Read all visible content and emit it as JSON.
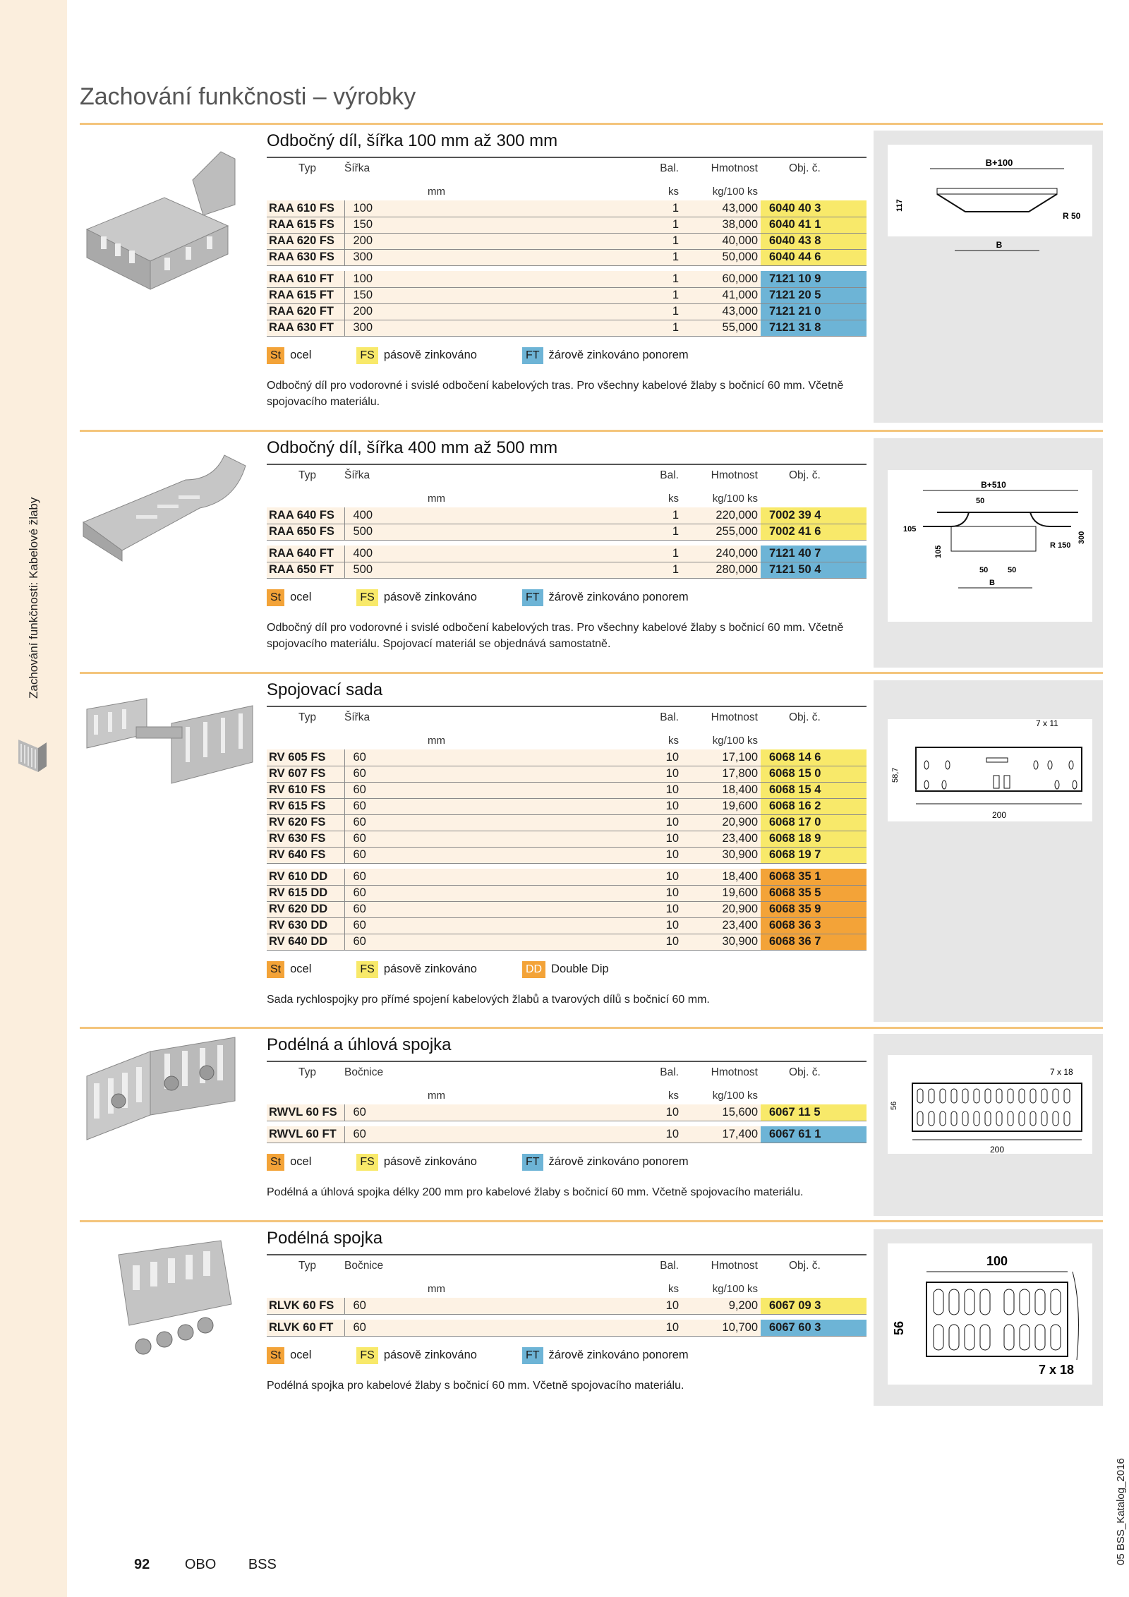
{
  "page_title": "Zachování funkčnosti – výrobky",
  "side_label": "Zachování funkčnosti: Kabelové žlaby",
  "footer": {
    "page_number": "92",
    "brand": "OBO",
    "line": "BSS"
  },
  "catalog_label": "05 BSS_Katalog_2016",
  "legend_labels": {
    "st": "St",
    "st_text": "ocel",
    "fs": "FS",
    "fs_text": "pásově zinkováno",
    "ft": "FT",
    "ft_text": "žárově zinkováno ponorem",
    "dd": "DD",
    "dd_text": "Double Dip"
  },
  "colors": {
    "accent_line": "#f4c57c",
    "row_bg": "#fdf2e4",
    "fs": "#f8e96a",
    "ft": "#6db4d6",
    "dd": "#f3a338",
    "strip": "#fbeedd"
  },
  "sections": [
    {
      "title": "Odbočný díl, šířka 100 mm až 300 mm",
      "headers": {
        "typ": "Typ",
        "second": "Šířka",
        "bal": "Bal.",
        "hm": "Hmotnost",
        "obj": "Obj. č."
      },
      "units": {
        "second": "mm",
        "bal": "ks",
        "hm": "kg/100 ks"
      },
      "groups": [
        {
          "finish": "fs",
          "rows": [
            [
              "RAA 610 FS",
              "100",
              "1",
              "43,000",
              "6040 40 3"
            ],
            [
              "RAA 615 FS",
              "150",
              "1",
              "38,000",
              "6040 41 1"
            ],
            [
              "RAA 620 FS",
              "200",
              "1",
              "40,000",
              "6040 43 8"
            ],
            [
              "RAA 630 FS",
              "300",
              "1",
              "50,000",
              "6040 44 6"
            ]
          ]
        },
        {
          "finish": "ft",
          "rows": [
            [
              "RAA 610 FT",
              "100",
              "1",
              "60,000",
              "7121 10 9"
            ],
            [
              "RAA 615 FT",
              "150",
              "1",
              "41,000",
              "7121 20 5"
            ],
            [
              "RAA 620 FT",
              "200",
              "1",
              "43,000",
              "7121 21 0"
            ],
            [
              "RAA 630 FT",
              "300",
              "1",
              "55,000",
              "7121 31 8"
            ]
          ]
        }
      ],
      "legend": [
        "st",
        "fs",
        "ft"
      ],
      "desc": "Odbočný díl pro vodorovné i svislé odbočení kabelových tras. Pro všechny kabelové žlaby s bočnicí 60 mm. Včetně spojovacího materiálu.",
      "drawing_labels": [
        "B+100",
        "117",
        "R 50",
        "B"
      ]
    },
    {
      "title": "Odbočný díl, šířka 400 mm až 500 mm",
      "headers": {
        "typ": "Typ",
        "second": "Šířka",
        "bal": "Bal.",
        "hm": "Hmotnost",
        "obj": "Obj. č."
      },
      "units": {
        "second": "mm",
        "bal": "ks",
        "hm": "kg/100 ks"
      },
      "groups": [
        {
          "finish": "fs",
          "rows": [
            [
              "RAA 640 FS",
              "400",
              "1",
              "220,000",
              "7002 39 4"
            ],
            [
              "RAA 650 FS",
              "500",
              "1",
              "255,000",
              "7002 41 6"
            ]
          ]
        },
        {
          "finish": "ft",
          "rows": [
            [
              "RAA 640 FT",
              "400",
              "1",
              "240,000",
              "7121 40 7"
            ],
            [
              "RAA 650 FT",
              "500",
              "1",
              "280,000",
              "7121 50 4"
            ]
          ]
        }
      ],
      "legend": [
        "st",
        "fs",
        "ft"
      ],
      "desc": "Odbočný díl pro vodorovné i svislé odbočení kabelových tras. Pro všechny kabelové žlaby s bočnicí 60 mm. Včetně spojovacího materiálu. Spojovací materiál se objednává samostatně.",
      "drawing_labels": [
        "B+510",
        "50",
        "105",
        "300",
        "R 150",
        "105",
        "50",
        "50",
        "B"
      ]
    },
    {
      "title": "Spojovací sada",
      "headers": {
        "typ": "Typ",
        "second": "Šířka",
        "bal": "Bal.",
        "hm": "Hmotnost",
        "obj": "Obj. č."
      },
      "units": {
        "second": "mm",
        "bal": "ks",
        "hm": "kg/100 ks"
      },
      "groups": [
        {
          "finish": "fs",
          "rows": [
            [
              "RV 605 FS",
              "60",
              "10",
              "17,100",
              "6068 14 6"
            ],
            [
              "RV 607 FS",
              "60",
              "10",
              "17,800",
              "6068 15 0"
            ],
            [
              "RV 610 FS",
              "60",
              "10",
              "18,400",
              "6068 15 4"
            ],
            [
              "RV 615 FS",
              "60",
              "10",
              "19,600",
              "6068 16 2"
            ],
            [
              "RV 620 FS",
              "60",
              "10",
              "20,900",
              "6068 17 0"
            ],
            [
              "RV 630 FS",
              "60",
              "10",
              "23,400",
              "6068 18 9"
            ],
            [
              "RV 640 FS",
              "60",
              "10",
              "30,900",
              "6068 19 7"
            ]
          ]
        },
        {
          "finish": "dd",
          "rows": [
            [
              "RV 610 DD",
              "60",
              "10",
              "18,400",
              "6068 35 1"
            ],
            [
              "RV 615 DD",
              "60",
              "10",
              "19,600",
              "6068 35 5"
            ],
            [
              "RV 620 DD",
              "60",
              "10",
              "20,900",
              "6068 35 9"
            ],
            [
              "RV 630 DD",
              "60",
              "10",
              "23,400",
              "6068 36 3"
            ],
            [
              "RV 640 DD",
              "60",
              "10",
              "30,900",
              "6068 36 7"
            ]
          ]
        }
      ],
      "legend": [
        "st",
        "fs",
        "dd"
      ],
      "desc": "Sada rychlospojky pro přímé spojení kabelových žlabů a tvarových dílů s bočnicí 60 mm.",
      "drawing_labels": [
        "7 x 11",
        "58,7",
        "200"
      ]
    },
    {
      "title": "Podélná a úhlová spojka",
      "headers": {
        "typ": "Typ",
        "second": "Bočnice",
        "bal": "Bal.",
        "hm": "Hmotnost",
        "obj": "Obj. č."
      },
      "units": {
        "second": "mm",
        "bal": "ks",
        "hm": "kg/100 ks"
      },
      "groups": [
        {
          "finish": "fs",
          "rows": [
            [
              "RWVL 60 FS",
              "60",
              "10",
              "15,600",
              "6067 11 5"
            ]
          ]
        },
        {
          "finish": "ft",
          "rows": [
            [
              "RWVL 60 FT",
              "60",
              "10",
              "17,400",
              "6067 61 1"
            ]
          ]
        }
      ],
      "legend": [
        "st",
        "fs",
        "ft"
      ],
      "desc": "Podélná a úhlová spojka délky 200 mm pro kabelové žlaby s bočnicí 60 mm. Včetně spojovacího materiálu.",
      "drawing_labels": [
        "7 x 18",
        "56",
        "200"
      ]
    },
    {
      "title": "Podélná spojka",
      "headers": {
        "typ": "Typ",
        "second": "Bočnice",
        "bal": "Bal.",
        "hm": "Hmotnost",
        "obj": "Obj. č."
      },
      "units": {
        "second": "mm",
        "bal": "ks",
        "hm": "kg/100 ks"
      },
      "groups": [
        {
          "finish": "fs",
          "rows": [
            [
              "RLVK 60 FS",
              "60",
              "10",
              "9,200",
              "6067 09 3"
            ]
          ]
        },
        {
          "finish": "ft",
          "rows": [
            [
              "RLVK 60 FT",
              "60",
              "10",
              "10,700",
              "6067 60 3"
            ]
          ]
        }
      ],
      "legend": [
        "st",
        "fs",
        "ft"
      ],
      "desc": "Podélná spojka pro kabelové žlaby s bočnicí 60 mm. Včetně spojovacího materiálu.",
      "drawing_labels": [
        "100",
        "56",
        "7 x 18"
      ]
    }
  ]
}
